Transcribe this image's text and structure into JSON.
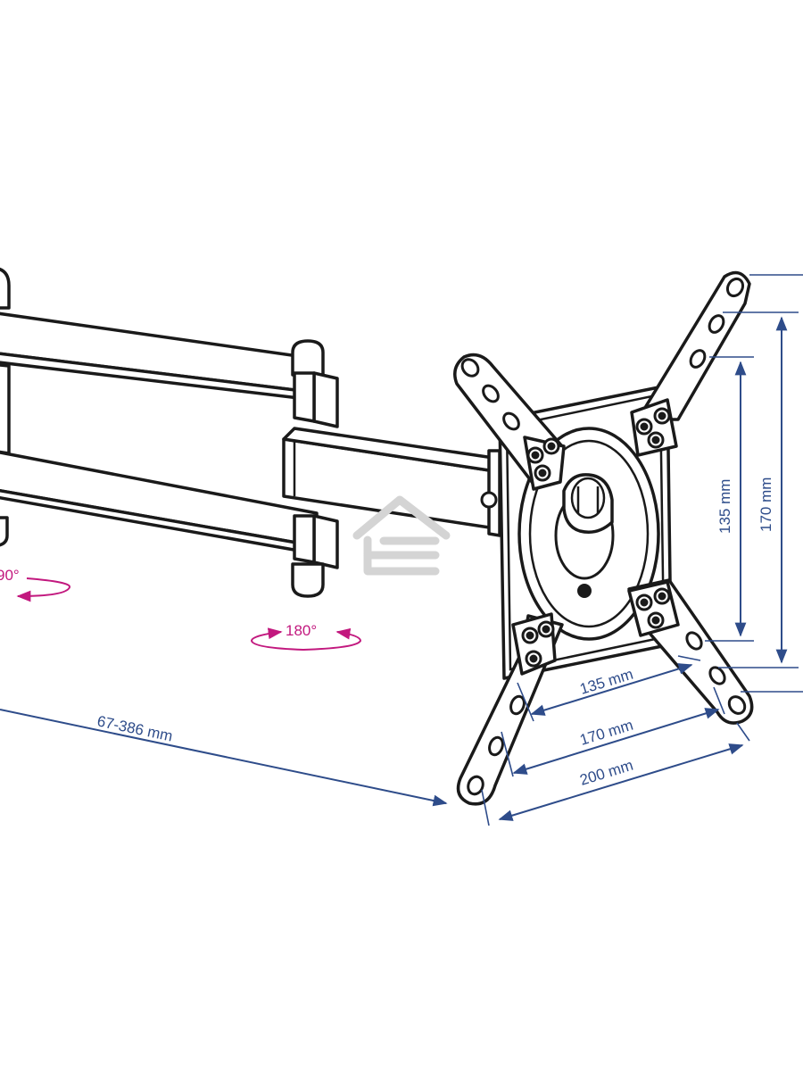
{
  "dimensions": {
    "extension": "67-386 mm",
    "horizontal": [
      "135 mm",
      "170 mm",
      "200 mm"
    ],
    "vertical": [
      "135 mm",
      "170 mm"
    ]
  },
  "rotations": {
    "arm_swivel": "90°",
    "plate_swivel": "180°"
  },
  "colors": {
    "dimension": "#2e4c8a",
    "rotation": "#c2187e",
    "line": "#1a1a1a"
  },
  "watermark_icon": "house-logo-watermark"
}
